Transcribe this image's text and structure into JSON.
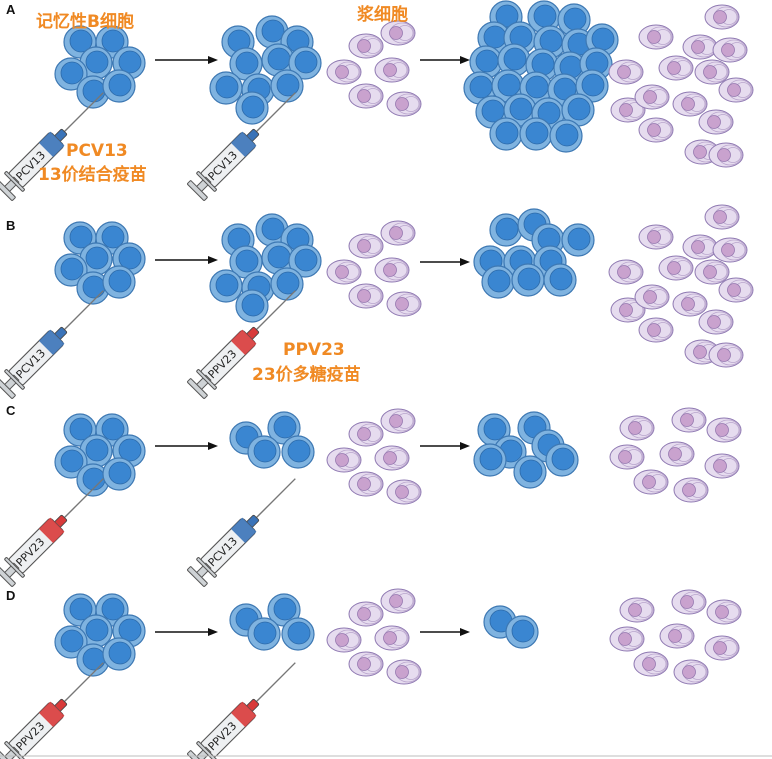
{
  "labels": {
    "memory_b_cell": "记忆性B细胞",
    "plasma_cell": "浆细胞",
    "pcv13_name": "PCV13",
    "pcv13_desc": "13价结合疫苗",
    "ppv23_name": "PPV23",
    "ppv23_desc": "23价多糖疫苗"
  },
  "panels": [
    {
      "letter": "A",
      "first_vaccine": "PCV13",
      "second_vaccine": "PCV13"
    },
    {
      "letter": "B",
      "first_vaccine": "PCV13",
      "second_vaccine": "PPV23"
    },
    {
      "letter": "C",
      "first_vaccine": "PPV23",
      "second_vaccine": "PCV13"
    },
    {
      "letter": "D",
      "first_vaccine": "PPV23",
      "second_vaccine": "PPV23"
    }
  ],
  "vaccine_colors": {
    "PCV13": "#3a73b8",
    "PPV23": "#d83a3a"
  },
  "colors": {
    "label": "#f08a24",
    "b_cell": "#7fb3e0",
    "plasma_cell": "#e6dcef"
  }
}
